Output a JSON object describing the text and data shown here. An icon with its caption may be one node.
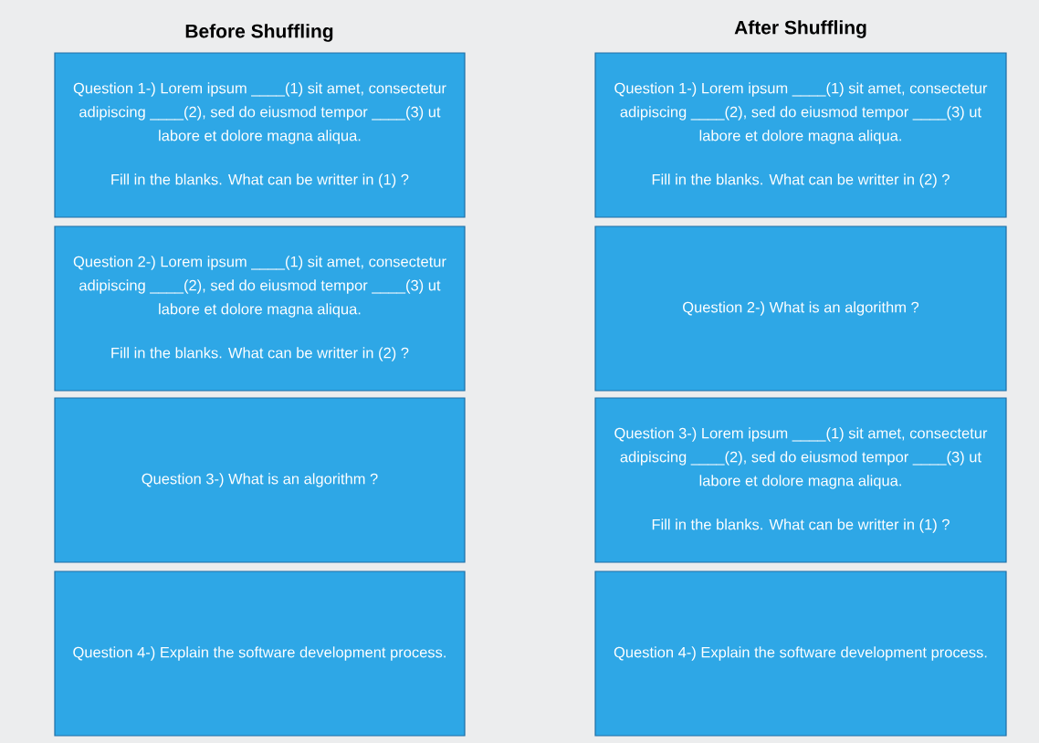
{
  "diagram": {
    "nodes": [
      {
        "text": [
          "Question 1-) Lorem ipsum ____(1) sit amet, consectetur adipiscing ____(2), sed do eiusmod tempor ____(3) ut labore et dolore magna aliqua.",
          "Fill in the blanks. What can be writter in (1) ?"
        ]
      },
      {
        "text": [
          "Question 2-) Lorem ipsum ____(1) sit amet, consectetur adipiscing ____(2), sed do eiusmod tempor ____(3) ut labore et dolore magna aliqua.",
          "Fill in the blanks. What can be writter in (2) ?"
        ]
      },
      {
        "text": [
          "Question 3-) What is an algorithm ?"
        ]
      },
      {
        "text": [
          "Question 4-) Explain the software development process."
        ]
      },
      {
        "text": [
          "Question 1-) Lorem ipsum ____(1) sit amet, consectetur adipiscing ____(2), sed do eiusmod tempor ____(3) ut labore et dolore magna aliqua.",
          "Fill in the blanks. What can be writter in (2) ?"
        ]
      },
      {
        "text": [
          "Question 2-) What is an algorithm ?"
        ]
      },
      {
        "text": [
          "Question 3-) Lorem ipsum ____(1) sit amet, consectetur adipiscing ____(2), sed do eiusmod tempor ____(3) ut labore et dolore magna aliqua.",
          "Fill in the blanks. What can be writter in (1) ?"
        ]
      },
      {
        "text": [
          "Question 4-) Explain the software development process."
        ]
      }
    ],
    "labels": [
      "Before Shuffling",
      "After Shuffling"
    ]
  }
}
